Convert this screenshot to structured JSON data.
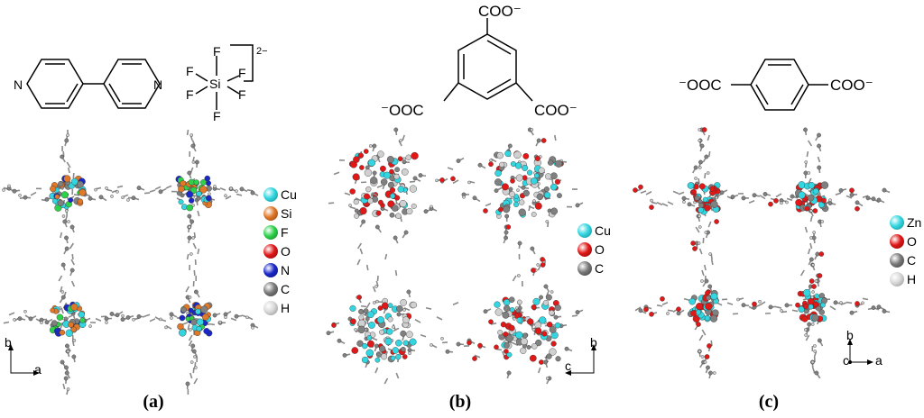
{
  "panels": [
    {
      "caption": "(a)",
      "legend": [
        {
          "label": "Cu",
          "color": "#33d6e0"
        },
        {
          "label": "Si",
          "color": "#e0782a"
        },
        {
          "label": "F",
          "color": "#2ed14a"
        },
        {
          "label": "O",
          "color": "#e01818"
        },
        {
          "label": "N",
          "color": "#1a28c8"
        },
        {
          "label": "C",
          "color": "#7a7a7a"
        },
        {
          "label": "H",
          "color": "#d8d8d8"
        }
      ],
      "axes": {
        "vertical": "b",
        "horizontal": "a"
      },
      "formula": {
        "atom_n": "N",
        "atom_si": "Si",
        "atom_f": "F",
        "charge": "2−"
      }
    },
    {
      "caption": "(b)",
      "legend": [
        {
          "label": "Cu",
          "color": "#33d6e0"
        },
        {
          "label": "O",
          "color": "#e01818"
        },
        {
          "label": "C",
          "color": "#7a7a7a"
        }
      ],
      "axes": {
        "vertical": "b",
        "horizontal": "c"
      },
      "formula": {
        "group_top": "COO⁻",
        "group_left": "⁻OOC",
        "group_right": "COO⁻"
      }
    },
    {
      "caption": "(c)",
      "legend": [
        {
          "label": "Zn",
          "color": "#33d6e0"
        },
        {
          "label": "O",
          "color": "#e01818"
        },
        {
          "label": "C",
          "color": "#7a7a7a"
        },
        {
          "label": "H",
          "color": "#d8d8d8"
        }
      ],
      "axes": {
        "vertical": "b",
        "horizontal": "a",
        "out_of_plane": "c"
      },
      "formula": {
        "group_left": "⁻OOC",
        "group_right": "COO⁻"
      }
    }
  ]
}
